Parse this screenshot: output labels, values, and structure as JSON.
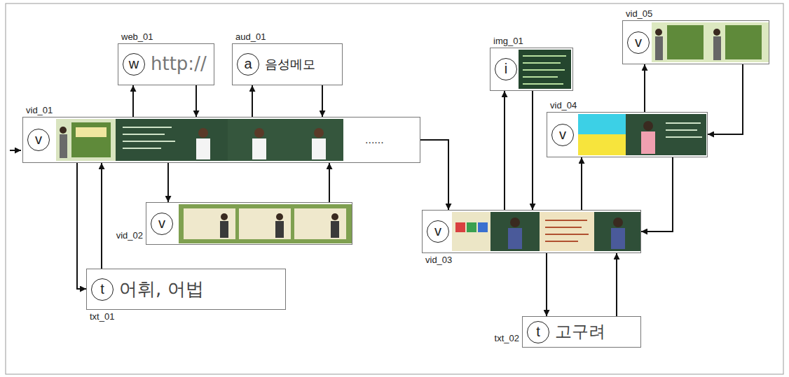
{
  "diagram": {
    "nodes": [
      {
        "text": [
          "vid_01",
          "v",
          "......"
        ]
      },
      {
        "text": [
          "web_01",
          "w",
          "http://"
        ]
      },
      {
        "text": [
          "aud_01",
          "a",
          "음성메모"
        ]
      },
      {
        "text": [
          "vid_02",
          "v"
        ]
      },
      {
        "text": [
          "txt_01",
          "t",
          "어휘, 어법"
        ]
      },
      {
        "text": [
          "vid_03",
          "v"
        ]
      },
      {
        "text": [
          "img_01",
          "i"
        ]
      },
      {
        "text": [
          "vid_04",
          "v"
        ]
      },
      {
        "text": [
          "vid_05",
          "v"
        ]
      },
      {
        "text": [
          "txt_02",
          "t",
          "고구려"
        ]
      }
    ],
    "edges": [
      {
        "from": 0,
        "to": 4,
        "arrow": "to"
      },
      {
        "from": 4,
        "to": 0,
        "arrow": "to"
      },
      {
        "from": 0,
        "to": 1,
        "arrow": "to"
      },
      {
        "from": 1,
        "to": 0,
        "arrow": "to"
      },
      {
        "from": 0,
        "to": 3,
        "arrow": "to"
      },
      {
        "from": 3,
        "to": 0,
        "arrow": "to"
      },
      {
        "from": 0,
        "to": 2,
        "arrow": "to"
      },
      {
        "from": 2,
        "to": 0,
        "arrow": "to"
      },
      {
        "from": 0,
        "to": 5,
        "arrow": "to"
      },
      {
        "from": 5,
        "to": 6,
        "arrow": "to"
      },
      {
        "from": 6,
        "to": 5,
        "arrow": "to"
      },
      {
        "from": 5,
        "to": 9,
        "arrow": "to"
      },
      {
        "from": 9,
        "to": 5,
        "arrow": "to"
      },
      {
        "from": 5,
        "to": 7,
        "arrow": "to"
      },
      {
        "from": 7,
        "to": 5,
        "arrow": "to"
      },
      {
        "from": 7,
        "to": 8,
        "arrow": "to"
      },
      {
        "from": 8,
        "to": 7,
        "arrow": "to"
      }
    ]
  }
}
